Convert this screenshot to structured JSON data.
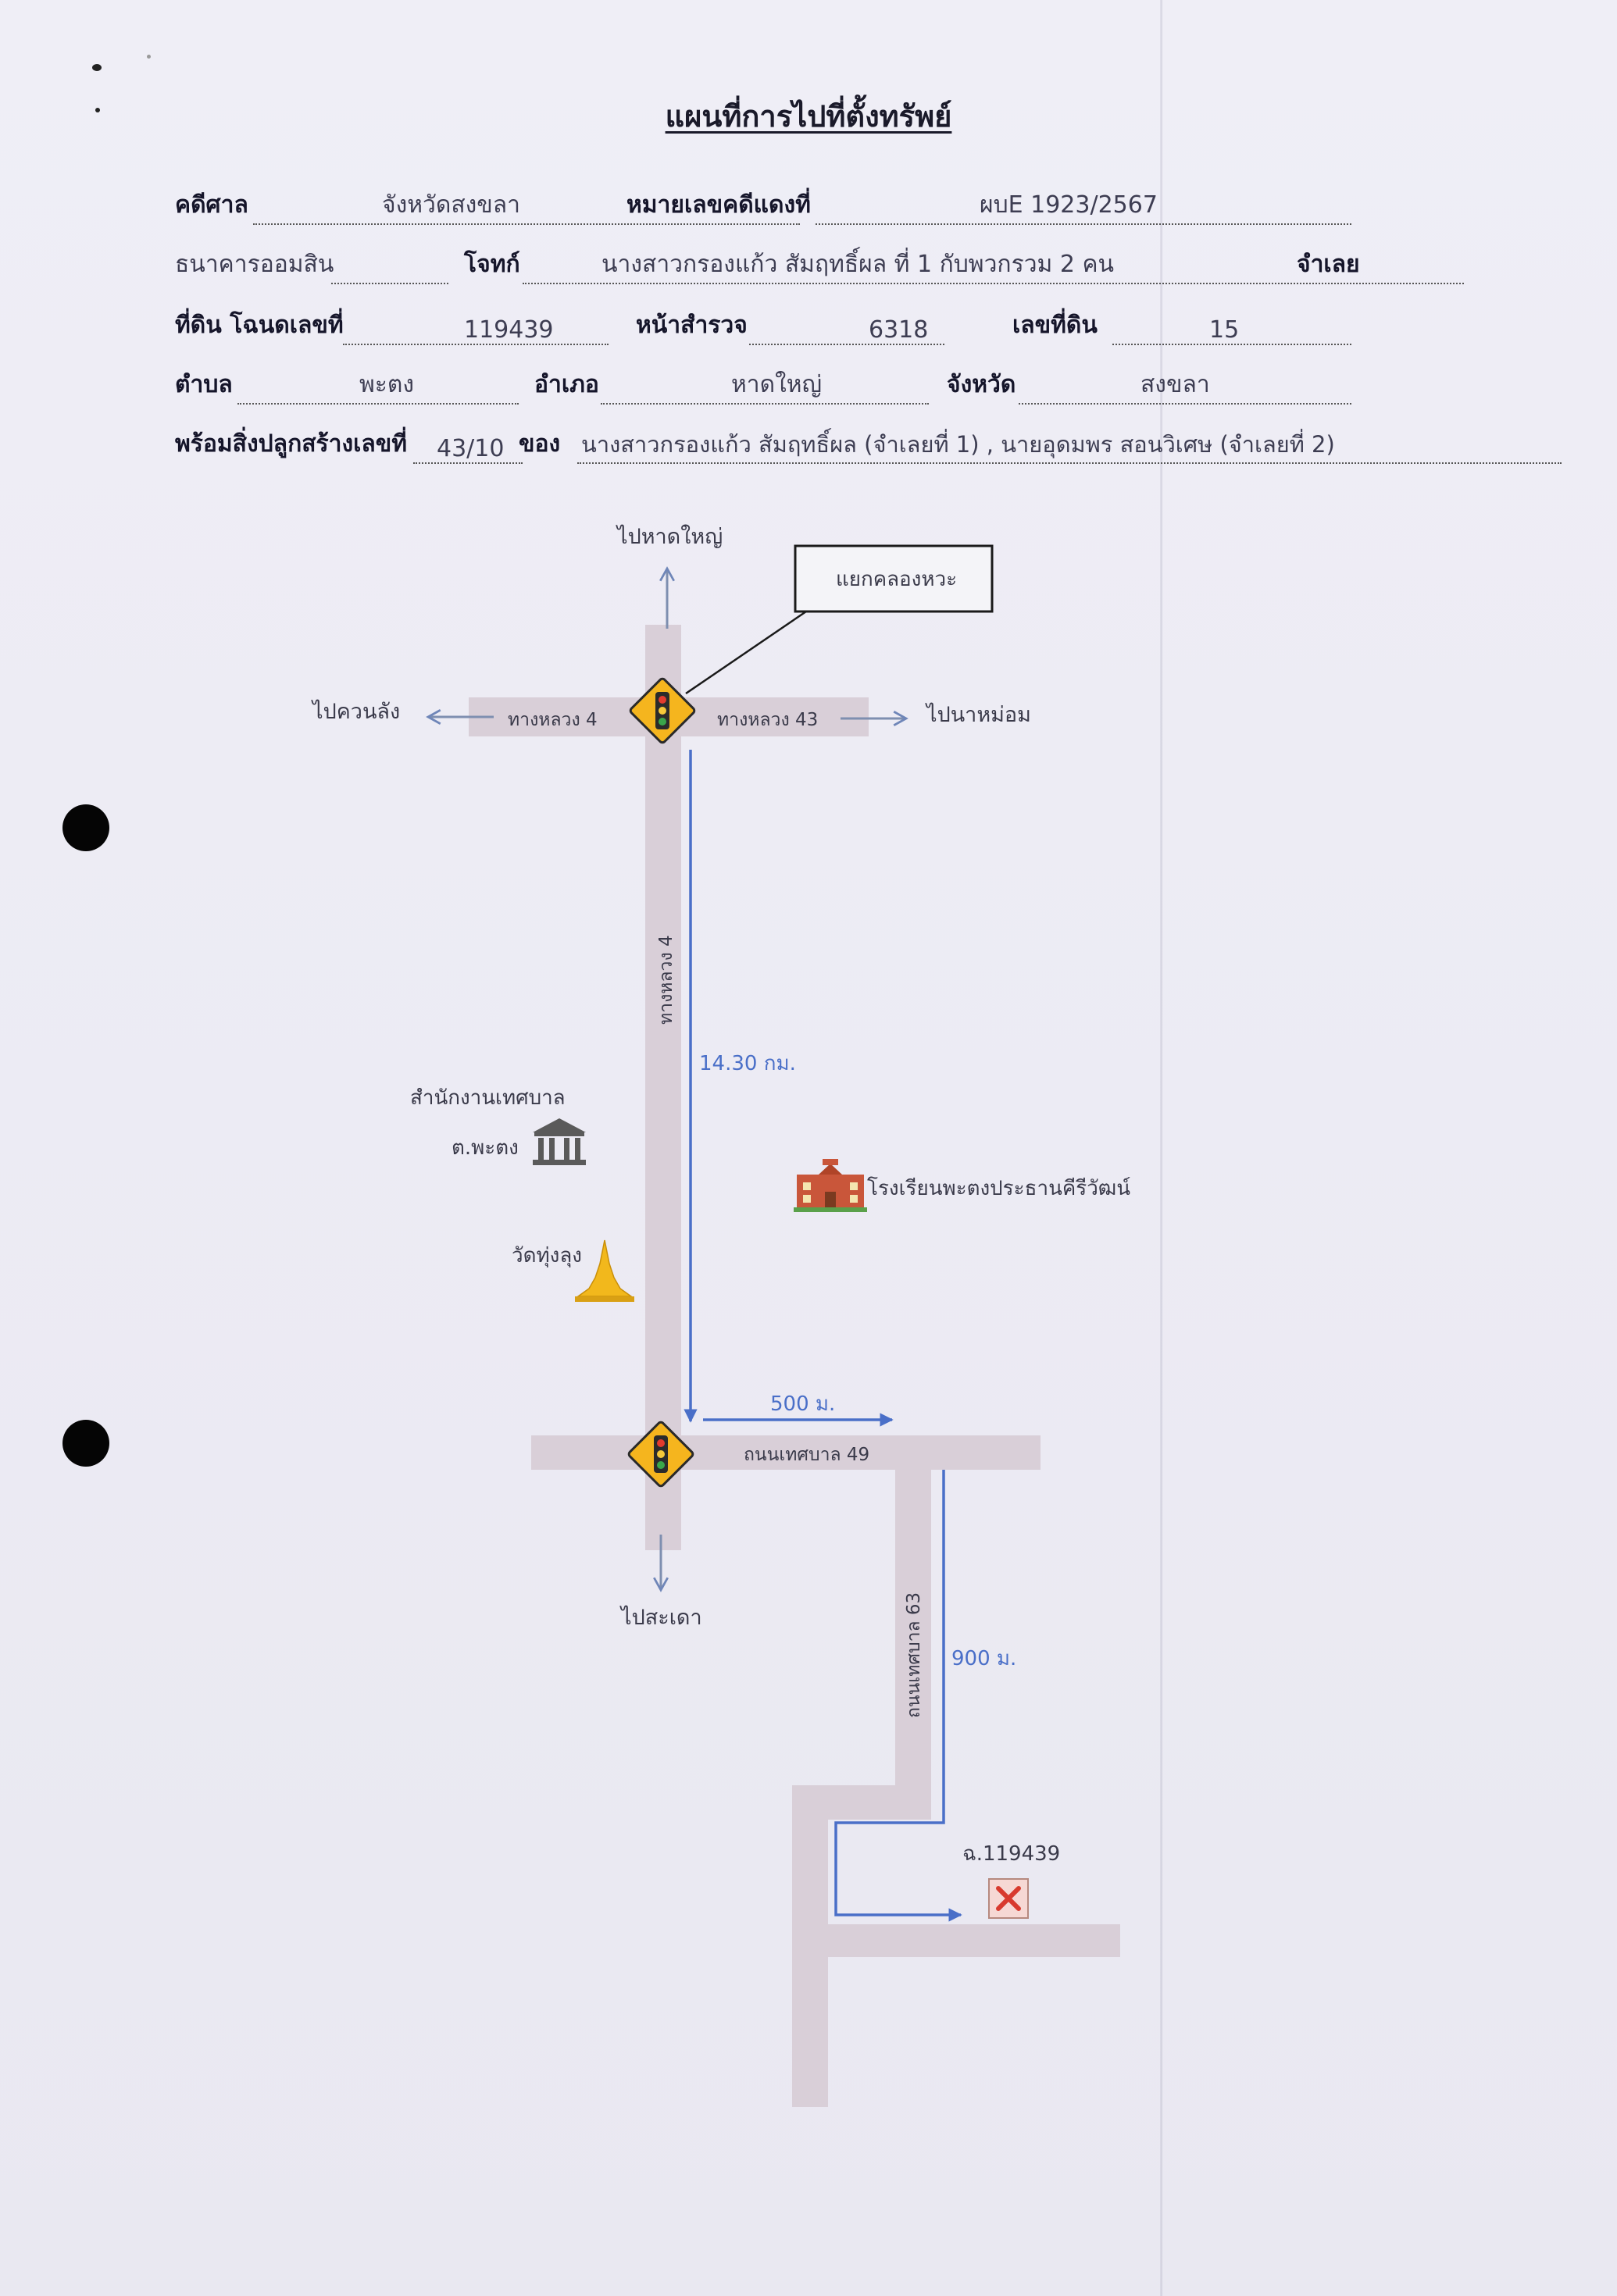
{
  "document": {
    "title": "แผนที่การไปที่ตั้งทรัพย์",
    "row1": {
      "court_label": "คดีศาล",
      "court_value": "จังหวัดสงขลา",
      "case_label": "หมายเลขคดีแดงที่",
      "case_value": "ผบE 1923/2567"
    },
    "row2": {
      "plaintiff_value": "ธนาคารออมสิน",
      "plaintiff_label": "โจทก์",
      "defendant_value": "นางสาวกรองแก้ว สัมฤทธิ์ผล  ที่ 1 กับพวกรวม 2 คน",
      "defendant_label": "จำเลย"
    },
    "row3": {
      "deed_label": "ที่ดิน โฉนดเลขที่",
      "deed_value": "119439",
      "survey_label": "หน้าสำรวจ",
      "survey_value": "6318",
      "land_no_label": "เลขที่ดิน",
      "land_no_value": "15"
    },
    "row4": {
      "subdistrict_label": "ตำบล",
      "subdistrict_value": "พะตง",
      "district_label": "อำเภอ",
      "district_value": "หาดใหญ่",
      "province_label": "จังหวัด",
      "province_value": "สงขลา"
    },
    "row5": {
      "building_label": "พร้อมสิ่งปลูกสร้างเลขที่",
      "building_value": "43/10",
      "owner_label": "ของ",
      "owner_value": "นางสาวกรองแก้ว  สัมฤทธิ์ผล  (จำเลยที่ 1) , นายอุดมพร  สอนวิเศษ  (จำเลยที่ 2)"
    }
  },
  "map": {
    "to_hat_yai": "ไปหาดใหญ่",
    "junction_name": "แยกคลองหวะ",
    "to_khuan_lang": "ไปควนลัง",
    "to_na_mom": "ไปนาหม่อม",
    "highway_4_label": "ทางหลวง 4",
    "highway_43_label": "ทางหลวง 43",
    "highway_4_vertical_label": "ทางหลวง 4",
    "distance_1": "14.30 กม.",
    "municipal_office_line1": "สำนักงานเทศบาล",
    "municipal_office_line2": "ต.พะตง",
    "school_label": "โรงเรียนพะตงประธานคีรีวัฒน์",
    "temple_label": "วัดทุ่งลุง",
    "distance_2": "500 ม.",
    "road_49_label": "ถนนเทศบาล 49",
    "to_sadao": "ไปสะเดา",
    "road_63_label": "ถนนเทศบาล 63",
    "distance_3": "900 ม.",
    "deed_marker_label": "ฉ.119439",
    "colors": {
      "road": "#d9cfd8",
      "route_arrow": "#4a6fc8",
      "gray_arrow": "#7e8fb0",
      "signal_sign": "#f5b51e",
      "marker_red": "#d83a2e"
    },
    "icons": [
      "traffic-light-sign-icon",
      "government-building-icon",
      "school-building-icon",
      "golden-pagoda-icon",
      "destination-x-marker-icon"
    ]
  }
}
